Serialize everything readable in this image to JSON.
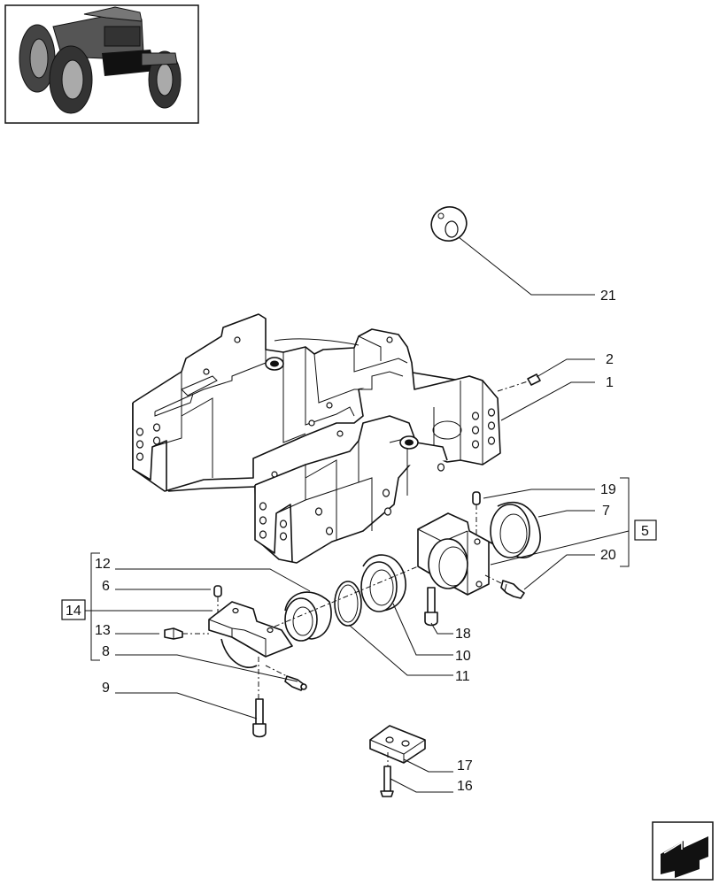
{
  "thumbnail": {
    "icon": "tractor-front-axle-thumbnail"
  },
  "nav": {
    "icon": "next-page-arrow-icon"
  },
  "callouts": {
    "c1": "1",
    "c2": "2",
    "c5": "5",
    "c6": "6",
    "c7": "7",
    "c8": "8",
    "c9": "9",
    "c10": "10",
    "c11": "11",
    "c12": "12",
    "c13": "13",
    "c14": "14",
    "c16": "16",
    "c17": "17",
    "c18": "18",
    "c19": "19",
    "c20": "20",
    "c21": "21"
  }
}
